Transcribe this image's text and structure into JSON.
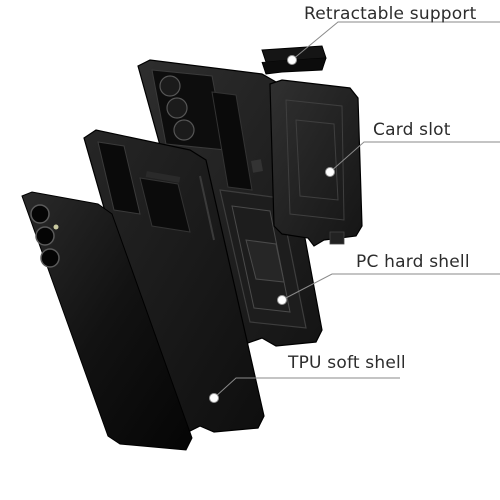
{
  "callouts": {
    "retractable_support": "Retractable support",
    "card_slot": "Card slot",
    "pc_hard_shell": "PC hard shell",
    "tpu_soft_shell": "TPU soft shell"
  },
  "colors": {
    "case_black": "#1a1a1a",
    "phone_black": "#141414",
    "line_gray": "#8a8a8a",
    "text": "#2c2c2c"
  },
  "icons": {
    "pointer_dot": "pointer-dot-icon"
  }
}
